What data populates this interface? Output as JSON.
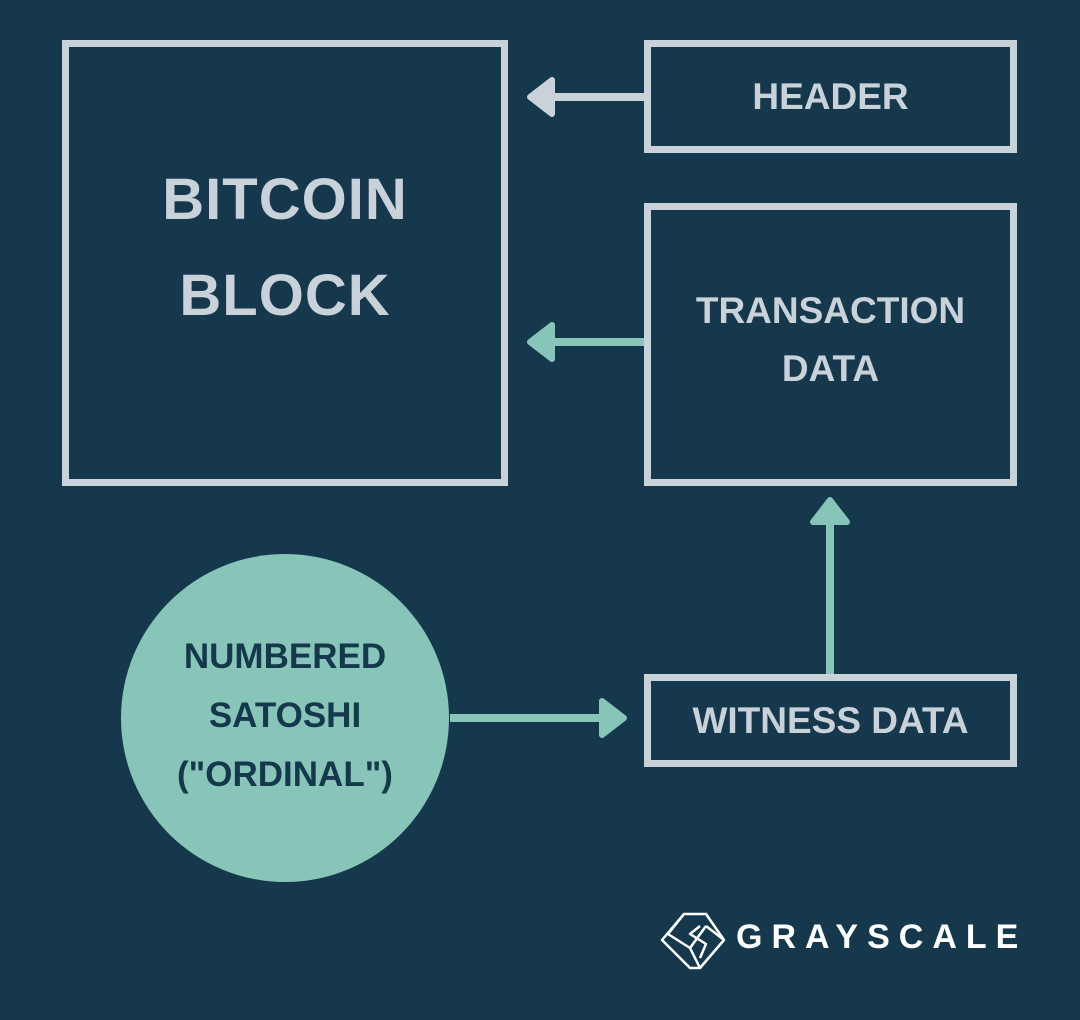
{
  "title": "BITCOIN\nBLOCK",
  "boxes": {
    "header": "HEADER",
    "transaction_data": "TRANSACTION\nDATA",
    "witness_data": "WITNESS DATA"
  },
  "circle": "NUMBERED\nSATOSHI\n(\"ORDINAL\")",
  "logo": "GRAYSCALE",
  "colors": {
    "background": "#15384c",
    "stroke": "#c9d1d9",
    "accent": "#86c5b7"
  }
}
